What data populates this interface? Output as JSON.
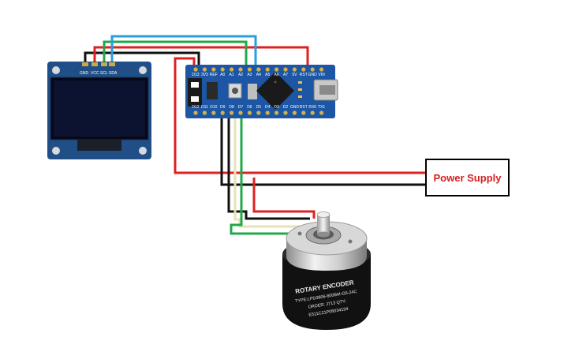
{
  "power_supply": {
    "label": "Power Supply"
  },
  "oled": {
    "pins": [
      "GND",
      "VCC",
      "SCL",
      "SDA"
    ]
  },
  "nano": {
    "top_pins": [
      "D12",
      "D11",
      "D10",
      "D9",
      "D8",
      "D7",
      "D6",
      "D5",
      "D4",
      "D3",
      "D2",
      "GND",
      "RST",
      "RX0",
      "TX1"
    ],
    "bottom_pins": [
      "D13",
      "3V3",
      "REF",
      "A0",
      "A1",
      "A2",
      "A3",
      "A4",
      "A5",
      "A6",
      "A7",
      "5V",
      "RST",
      "GND",
      "VIN"
    ]
  },
  "encoder": {
    "title": "ROTARY   ENCODER",
    "model": "TYPE:LPD3806-600BM-G5-24C",
    "order": "ORDER: J713  QTY:",
    "serial": "E511C21P06034194"
  },
  "wire_colors": {
    "red": "#e02020",
    "black": "#101010",
    "green": "#22a84a",
    "blue": "#2a9ee0",
    "cream": "#e9e2b4"
  }
}
